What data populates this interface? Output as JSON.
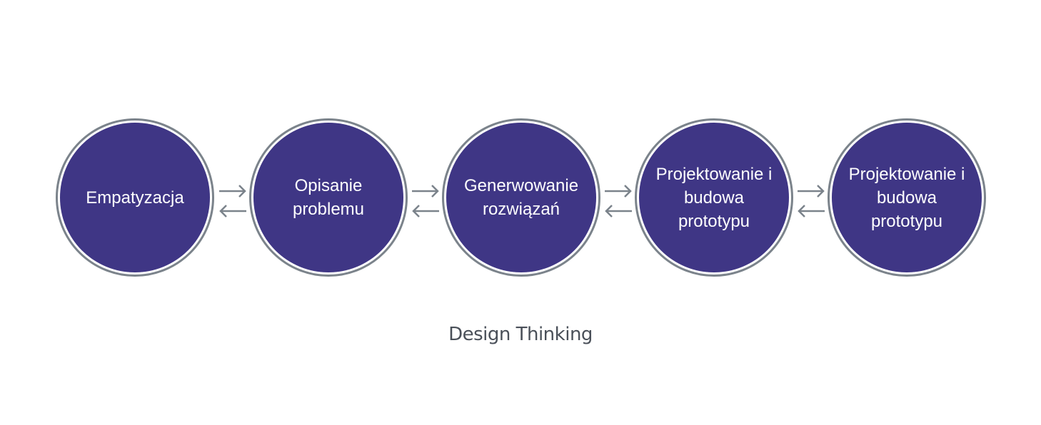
{
  "steps": [
    {
      "label": "Empatyzacja"
    },
    {
      "label": "Opisanie problemu"
    },
    {
      "label": "Generwowanie rozwiązań"
    },
    {
      "label": "Projektowanie i budowa prototypu"
    },
    {
      "label": "Projektowanie i budowa prototypu"
    }
  ],
  "title": "Design Thinking",
  "colors": {
    "circle": "#3f3685",
    "ring": "#7b838b",
    "text": "#ffffff"
  }
}
